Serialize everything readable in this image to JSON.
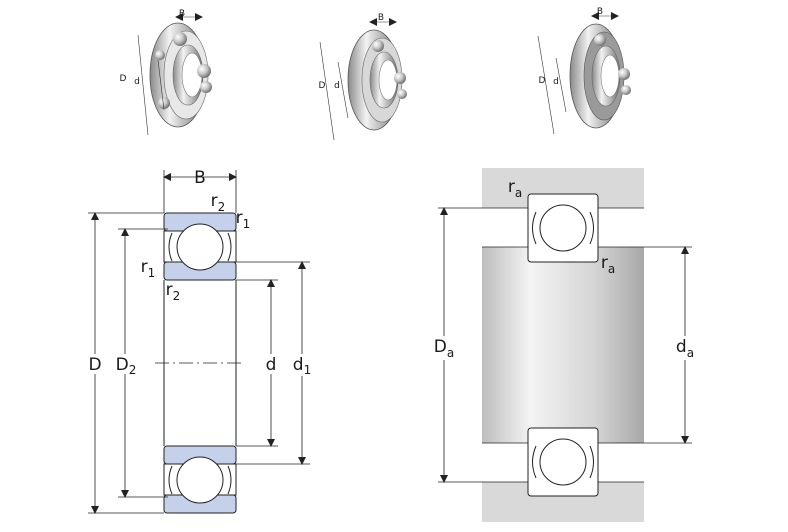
{
  "views": [
    {
      "name": "open",
      "B": "B",
      "D": "D",
      "d": "d"
    },
    {
      "name": "shield",
      "B": "B",
      "D": "D",
      "d": "d"
    },
    {
      "name": "seal",
      "B": "B",
      "D": "D",
      "d": "d"
    }
  ],
  "bearing_section": {
    "B": "B",
    "r2_top": {
      "base": "r",
      "sub": "2"
    },
    "r1_top": {
      "base": "r",
      "sub": "1"
    },
    "r1_left": {
      "base": "r",
      "sub": "1"
    },
    "r2_bottom": {
      "base": "r",
      "sub": "2"
    },
    "D": "D",
    "D2": {
      "base": "D",
      "sub": "2"
    },
    "d": "d",
    "d1": {
      "base": "d",
      "sub": "1"
    }
  },
  "mounting": {
    "ra_top": {
      "base": "r",
      "sub": "a"
    },
    "ra_right": {
      "base": "r",
      "sub": "a"
    },
    "Da": {
      "base": "D",
      "sub": "a"
    },
    "da": {
      "base": "d",
      "sub": "a"
    }
  },
  "colors": {
    "ring_fill": "#c5d0eb",
    "housing_fill": "#d9d9d9",
    "line": "#222222"
  }
}
